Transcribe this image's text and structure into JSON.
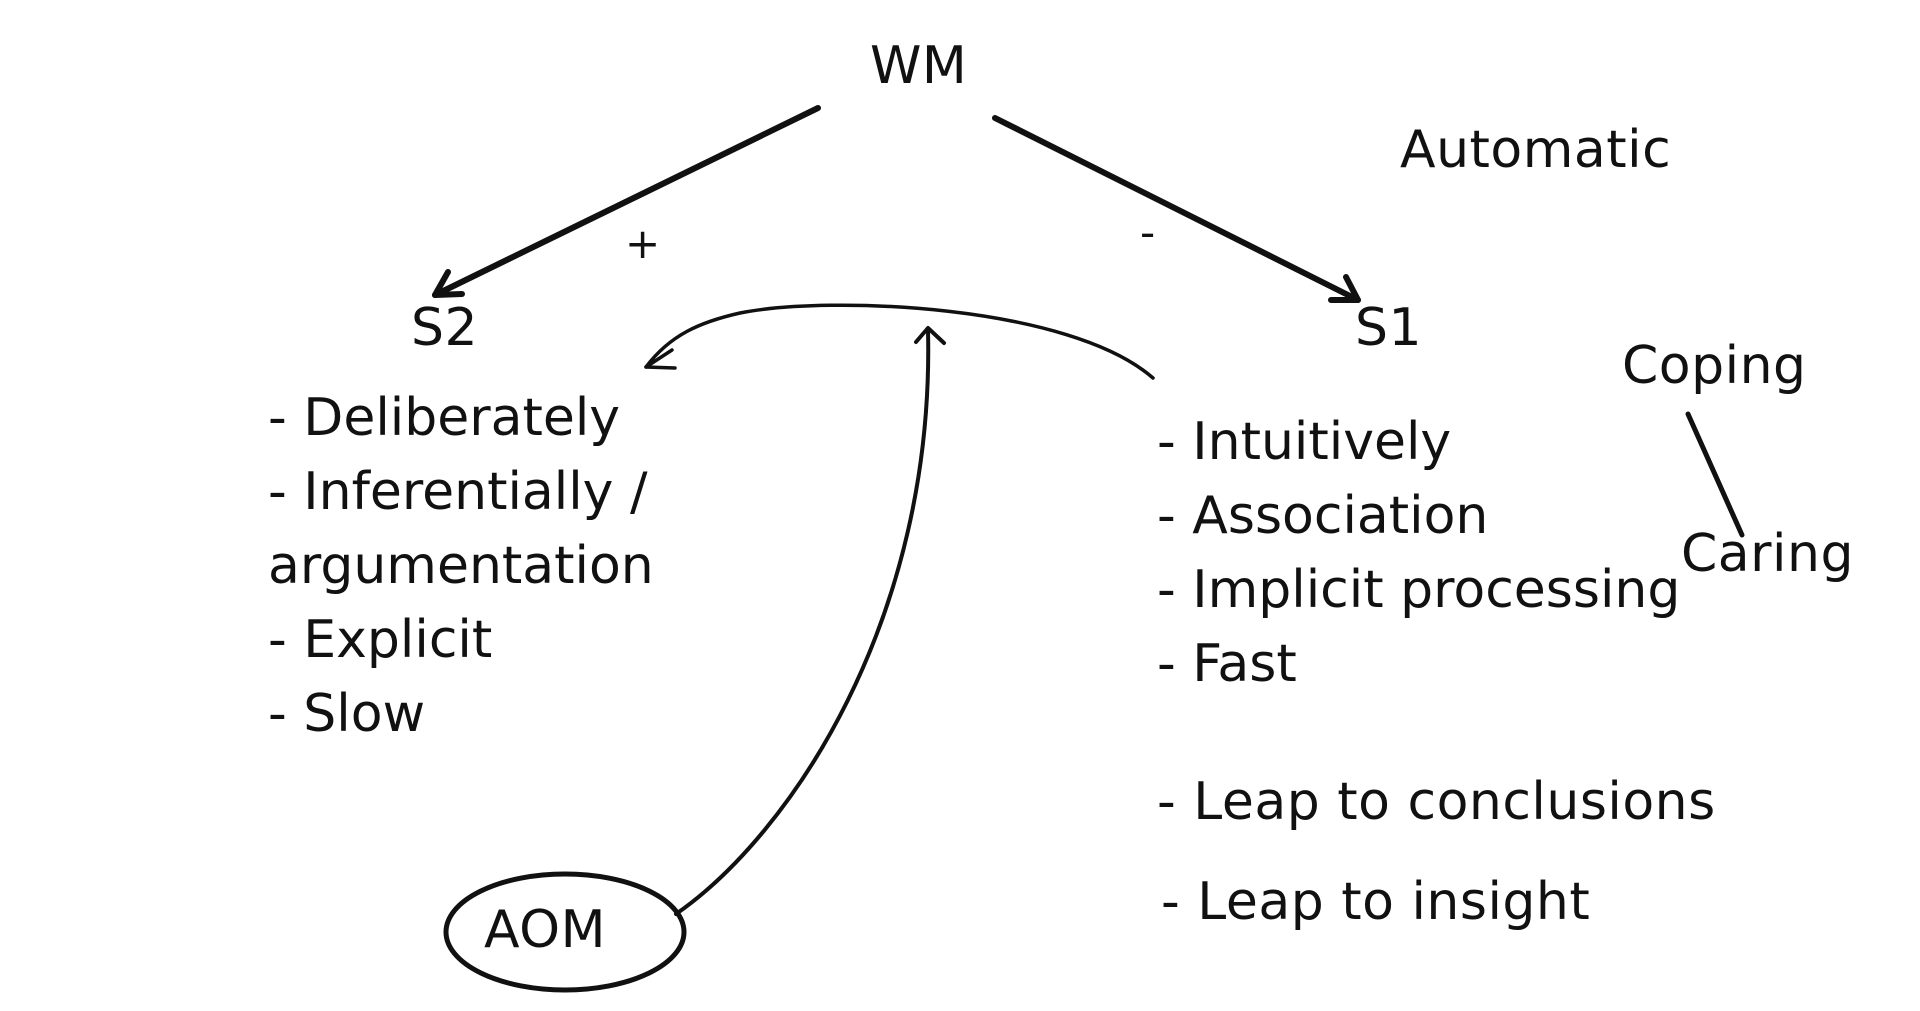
{
  "nodes": {
    "wm": "WM",
    "s2": "S2",
    "s1": "S1",
    "aom": "AOM",
    "automatic": "Automatic",
    "coping": "Coping",
    "caring": "Caring"
  },
  "edges": {
    "wm_to_s2_sign": "+",
    "wm_to_s1_sign": "-"
  },
  "s2_list": [
    "- Deliberately",
    "- Inferentially /",
    "argumentation",
    "- Explicit",
    "- Slow"
  ],
  "s1_list": [
    "- Intuitively",
    "- Association",
    "- Implicit processing",
    "- Fast"
  ],
  "s1_extra": [
    "- Leap to conclusions",
    "- Leap to insight"
  ]
}
